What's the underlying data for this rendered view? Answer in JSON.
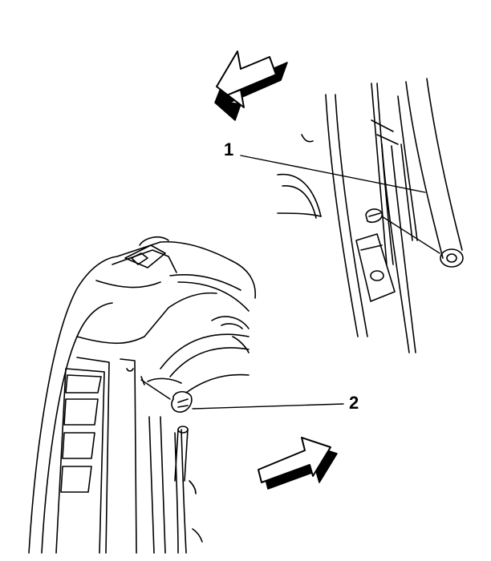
{
  "callouts": [
    {
      "id": "1",
      "label": "1"
    },
    {
      "id": "2",
      "label": "2"
    }
  ],
  "colors": {
    "line": "#000000",
    "arrow_shadow": "#000000",
    "background": "#ffffff"
  }
}
